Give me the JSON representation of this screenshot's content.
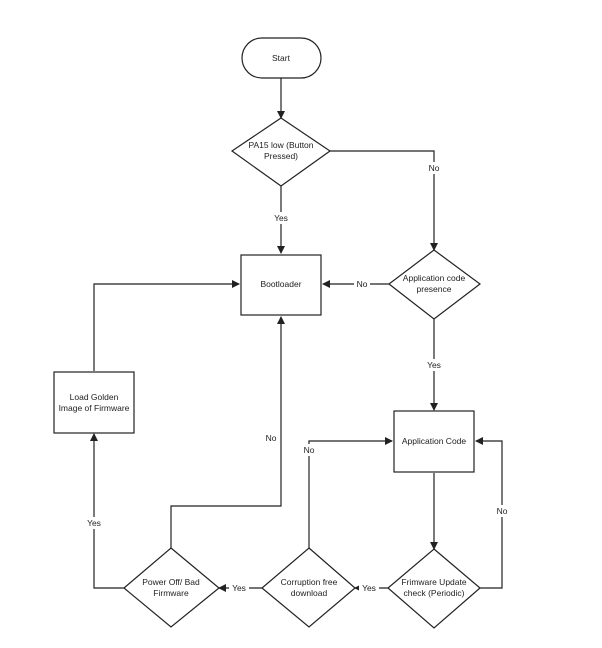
{
  "nodes": {
    "start": {
      "label": "Start"
    },
    "pa15": {
      "lines": [
        "PA15 low (Button",
        "Pressed)"
      ]
    },
    "bootloader": {
      "label": "Bootloader"
    },
    "app_presence": {
      "lines": [
        "Application code",
        "presence"
      ]
    },
    "app_code": {
      "label": "Application Code"
    },
    "fw_update": {
      "lines": [
        "Frimware Update",
        "check (Periodic)"
      ]
    },
    "corruption": {
      "lines": [
        "Corruption free",
        "download"
      ]
    },
    "power_off": {
      "lines": [
        "Power Off/ Bad",
        "Firmware"
      ]
    },
    "golden": {
      "lines": [
        "Load Golden",
        "Image of Firmware"
      ]
    }
  },
  "edges": {
    "pa15_yes": "Yes",
    "pa15_no": "No",
    "presence_no": "No",
    "presence_yes": "Yes",
    "fw_no": "No",
    "fw_yes": "Yes",
    "corr_no": "No",
    "corr_yes": "Yes",
    "power_no": "No",
    "power_yes": "Yes"
  }
}
